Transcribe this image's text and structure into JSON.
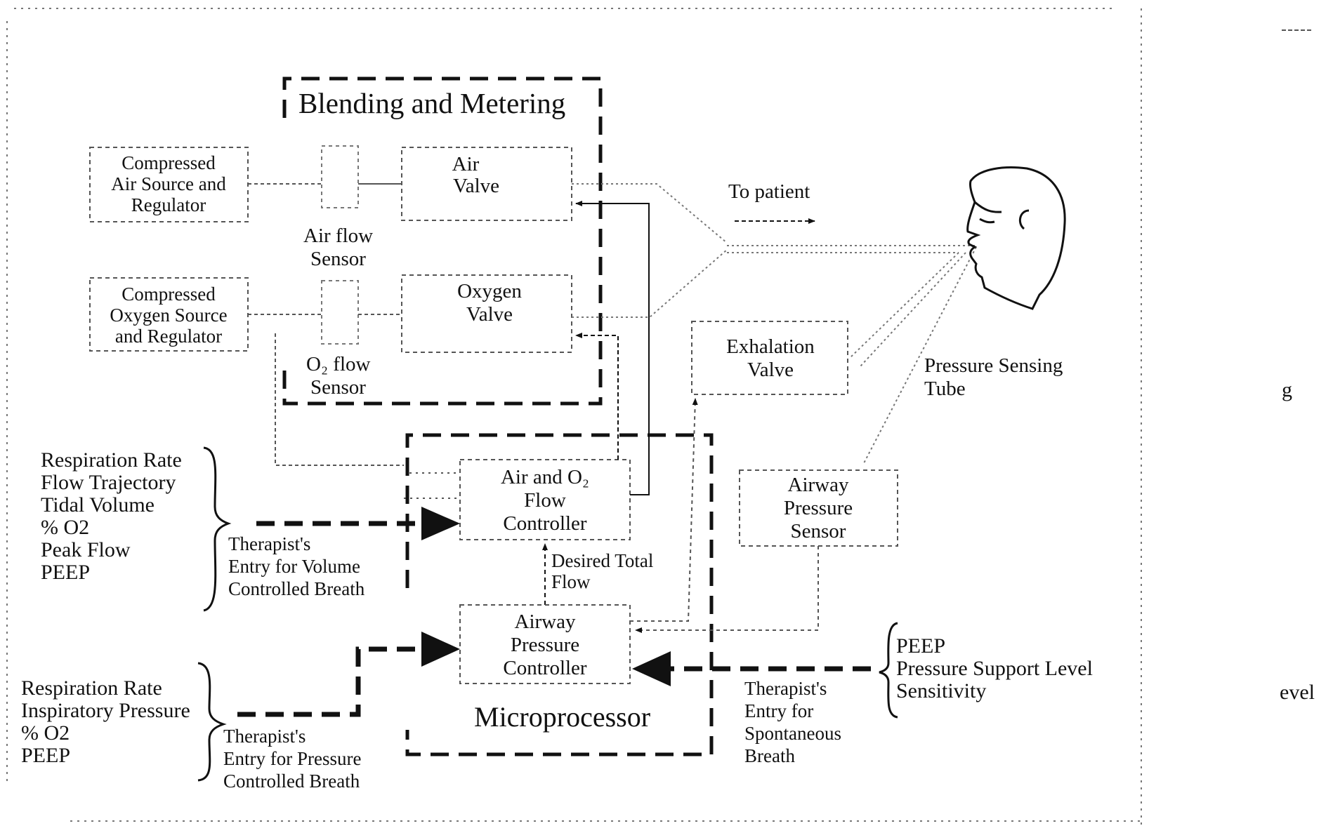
{
  "diagram": {
    "blending_title": "Blending and Metering",
    "air_source": [
      "Compressed",
      "Air Source and",
      "Regulator"
    ],
    "oxygen_source": [
      "Compressed",
      "Oxygen Source",
      "and Regulator"
    ],
    "air_valve": [
      "Air",
      "Valve"
    ],
    "oxygen_valve": [
      "Oxygen",
      "Valve"
    ],
    "air_flow_sensor": [
      "Air flow",
      "Sensor"
    ],
    "o2_flow_sensor": [
      "O₂ flow",
      "Sensor"
    ],
    "to_patient": "To patient",
    "exhalation_valve": [
      "Exhalation",
      "Valve"
    ],
    "pressure_sensing_tube": [
      "Pressure Sensing",
      "Tube"
    ],
    "flow_controller": [
      "Air and O₂",
      "Flow",
      "Controller"
    ],
    "airway_pressure_sensor": [
      "Airway",
      "Pressure",
      "Sensor"
    ],
    "desired_total_flow": [
      "Desired Total",
      "Flow"
    ],
    "airway_pressure_controller": [
      "Airway",
      "Pressure",
      "Controller"
    ],
    "microprocessor": "Microprocessor",
    "volume_settings": [
      "Respiration Rate",
      "Flow Trajectory",
      "Tidal Volume",
      "% O2",
      "Peak Flow",
      "PEEP"
    ],
    "volume_entry": [
      "Therapist's",
      "Entry for Volume",
      "Controlled Breath"
    ],
    "pressure_settings": [
      "Respiration Rate",
      "Inspiratory Pressure",
      "% O2",
      "PEEP"
    ],
    "pressure_entry": [
      "Therapist's",
      "Entry for  Pressure",
      "Controlled Breath"
    ],
    "spontaneous_settings": [
      "PEEP",
      "Pressure Support Level",
      "Sensitivity"
    ],
    "spontaneous_entry": [
      "Therapist's",
      "Entry for",
      "Spontaneous",
      "Breath"
    ],
    "cropped_fragments": [
      "g",
      "evel"
    ]
  },
  "colors": {
    "ink": "#111111",
    "dotted": "#555555",
    "background": "#ffffff"
  }
}
